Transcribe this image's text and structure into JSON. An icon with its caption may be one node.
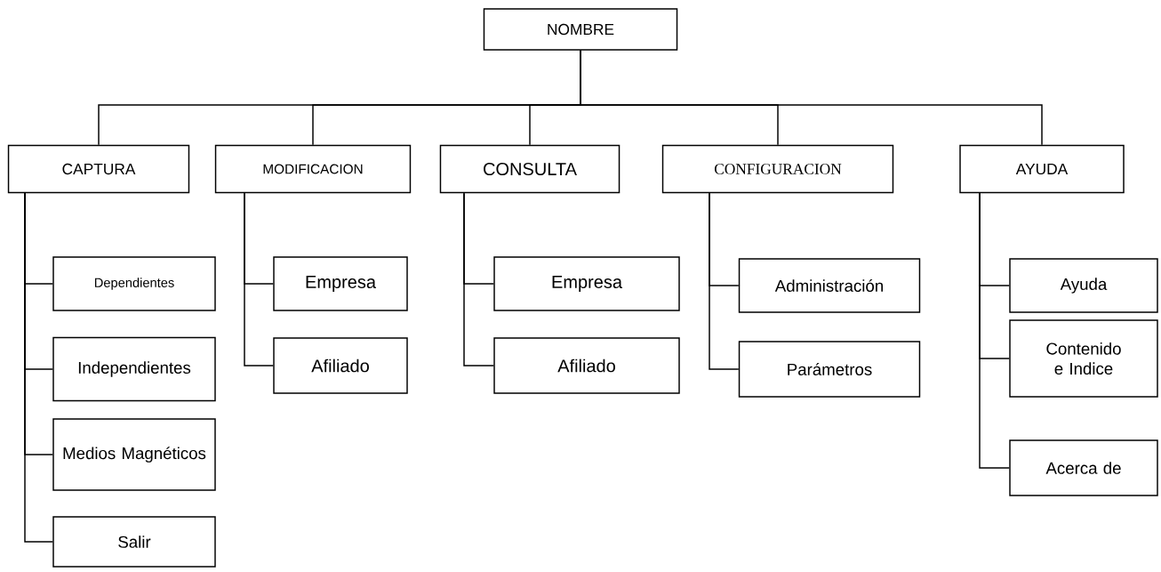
{
  "diagram": {
    "nodes": [
      {
        "text": [
          "NOMBRE"
        ]
      },
      {
        "text": [
          "CAPTURA"
        ]
      },
      {
        "text": [
          "MODIFICACION"
        ]
      },
      {
        "text": [
          "CONSULTA"
        ]
      },
      {
        "text": [
          "CONFIGURACION"
        ]
      },
      {
        "text": [
          "AYUDA"
        ]
      },
      {
        "text": [
          "Dependientes"
        ]
      },
      {
        "text": [
          "Independientes"
        ]
      },
      {
        "text": [
          "Medios Magnéticos"
        ]
      },
      {
        "text": [
          "Salir"
        ]
      },
      {
        "text": [
          "Empresa"
        ]
      },
      {
        "text": [
          "Afiliado"
        ]
      },
      {
        "text": [
          "Empresa"
        ]
      },
      {
        "text": [
          "Afiliado"
        ]
      },
      {
        "text": [
          "Administración"
        ]
      },
      {
        "text": [
          "Parámetros"
        ]
      },
      {
        "text": [
          "Ayuda"
        ]
      },
      {
        "text": [
          "Contenido e Indice"
        ]
      },
      {
        "text": [
          "Acerca de"
        ]
      }
    ],
    "edges": [
      {
        "from": 0,
        "to": 1,
        "arrow": "none"
      },
      {
        "from": 0,
        "to": 2,
        "arrow": "none"
      },
      {
        "from": 0,
        "to": 3,
        "arrow": "none"
      },
      {
        "from": 0,
        "to": 4,
        "arrow": "none"
      },
      {
        "from": 0,
        "to": 5,
        "arrow": "none"
      },
      {
        "from": 1,
        "to": 6,
        "arrow": "none"
      },
      {
        "from": 1,
        "to": 7,
        "arrow": "none"
      },
      {
        "from": 1,
        "to": 8,
        "arrow": "none"
      },
      {
        "from": 1,
        "to": 9,
        "arrow": "none"
      },
      {
        "from": 2,
        "to": 10,
        "arrow": "none"
      },
      {
        "from": 2,
        "to": 11,
        "arrow": "none"
      },
      {
        "from": 3,
        "to": 12,
        "arrow": "none"
      },
      {
        "from": 3,
        "to": 13,
        "arrow": "none"
      },
      {
        "from": 4,
        "to": 14,
        "arrow": "none"
      },
      {
        "from": 4,
        "to": 15,
        "arrow": "none"
      },
      {
        "from": 5,
        "to": 16,
        "arrow": "none"
      },
      {
        "from": 5,
        "to": 17,
        "arrow": "none"
      },
      {
        "from": 5,
        "to": 18,
        "arrow": "none"
      }
    ]
  }
}
